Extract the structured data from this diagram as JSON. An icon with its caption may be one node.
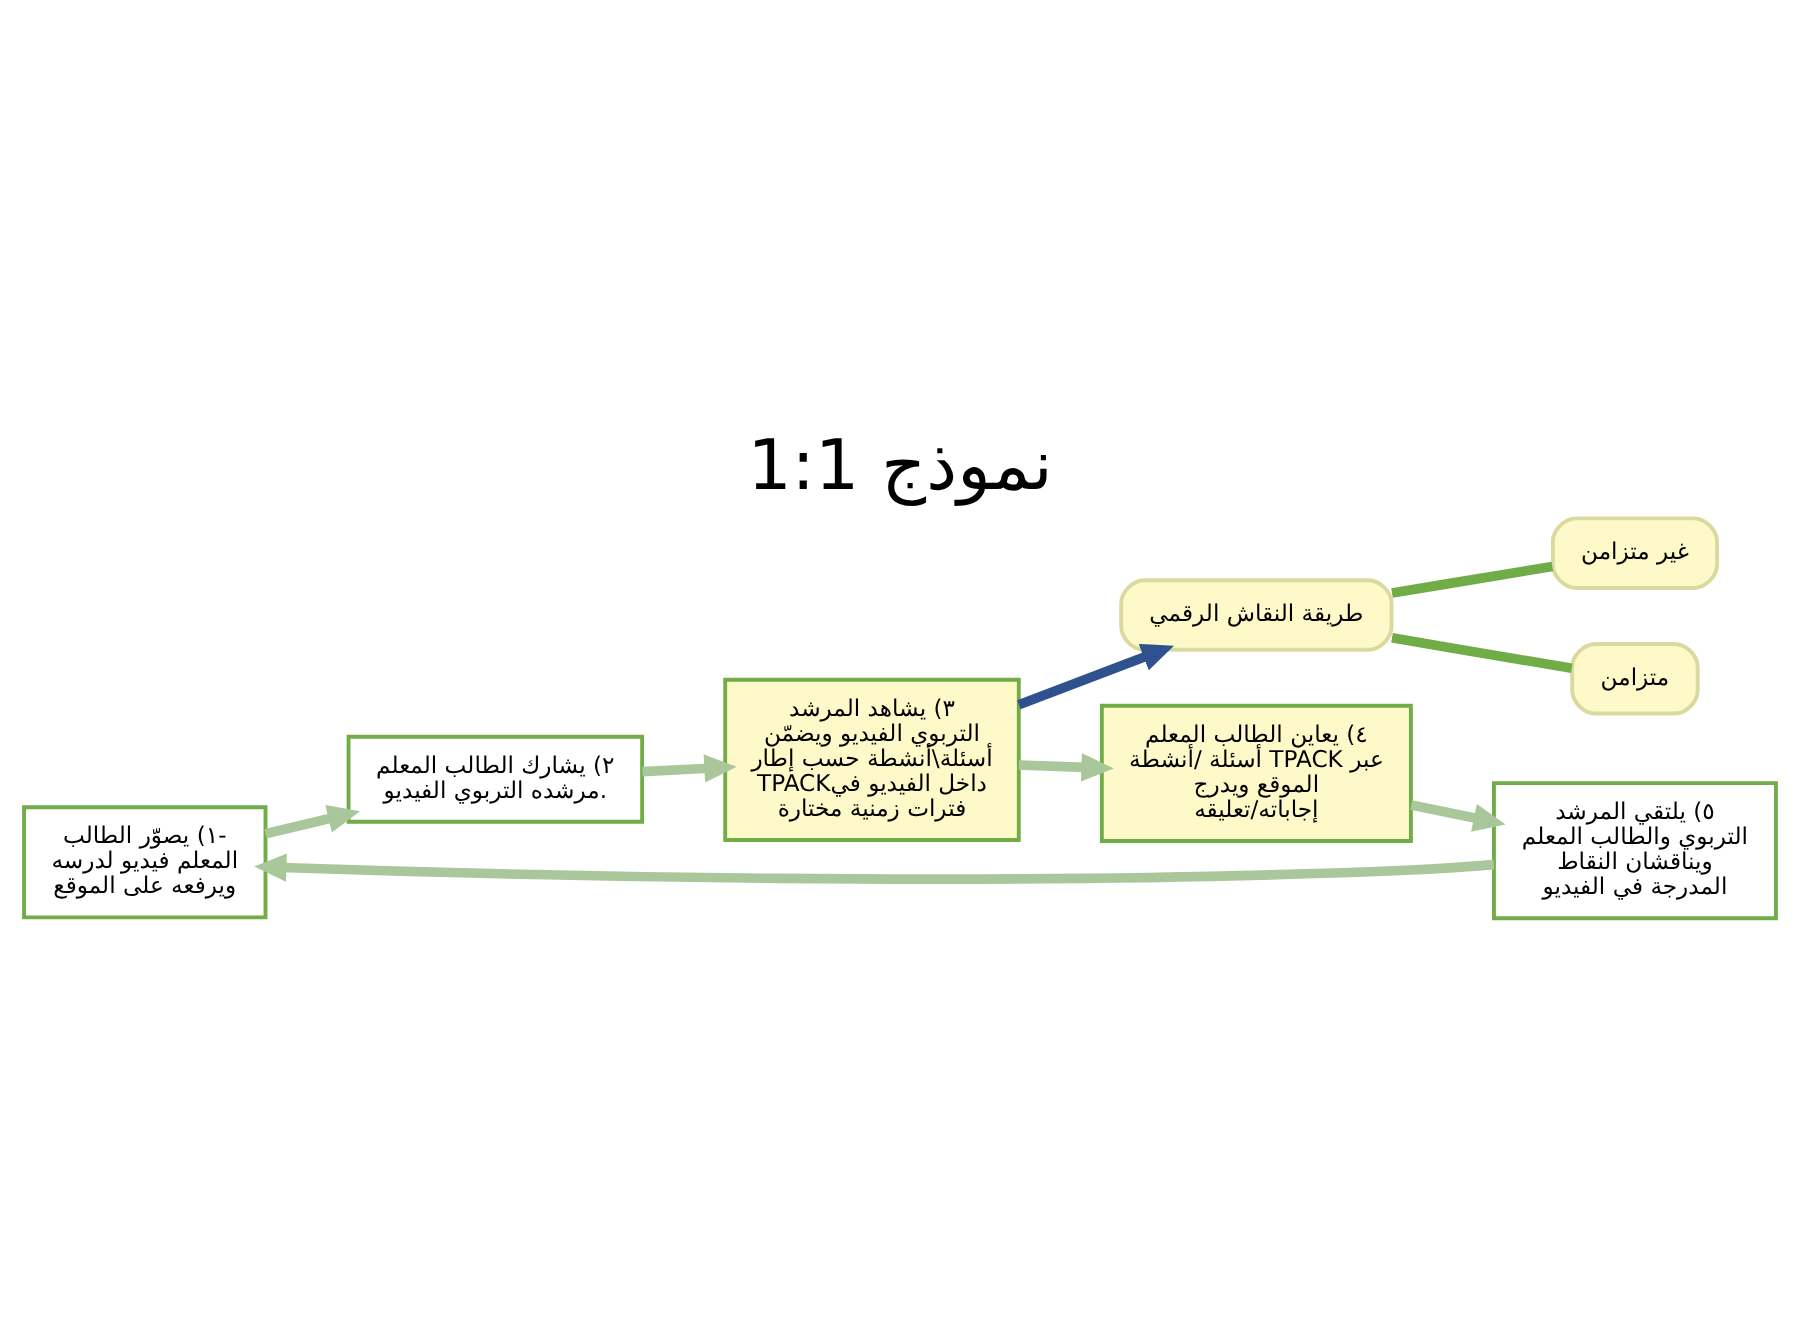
{
  "diagram": {
    "title": "نموذج 1:1",
    "nodes": [
      {
        "text": [
          "١) يصوّر الطالب- المعلم فيديو لدرسه ويرفعه على الموقع"
        ]
      },
      {
        "text": [
          "٢) يشارك الطالب المعلم مرشده التربوي الفيديو."
        ]
      },
      {
        "text": [
          "٣) يشاهد المرشد التربوي الفيديو ويضمّن أسئلة\\أنشطة حسب إطار TPACKداخل الفيديو في فترات زمنية مختارة"
        ]
      },
      {
        "text": [
          "٤) يعاين الطالب المعلم أسئلة /أنشطة TPACK عبر الموقع ويدرج إجاباته/تعليقه"
        ]
      },
      {
        "text": [
          "٥) يلتقي المرشد التربوي والطالب المعلم ويناقشان النقاط المدرجة في الفيديو"
        ]
      },
      {
        "text": [
          "طريقة النقاش الرقمي"
        ]
      },
      {
        "text": [
          "متزامن"
        ]
      },
      {
        "text": [
          "غير متزامن"
        ]
      }
    ],
    "edges": [
      {
        "from": 0,
        "to": 1,
        "arrow": "to"
      },
      {
        "from": 1,
        "to": 2,
        "arrow": "to"
      },
      {
        "from": 2,
        "to": 3,
        "arrow": "to"
      },
      {
        "from": 3,
        "to": 4,
        "arrow": "to"
      },
      {
        "from": 4,
        "to": 0,
        "arrow": "to"
      },
      {
        "from": 2,
        "to": 5,
        "arrow": "to",
        "color": "#2f528f"
      },
      {
        "from": 5,
        "to": 6,
        "arrow": "none",
        "color": "#70ad47"
      },
      {
        "from": 5,
        "to": 7,
        "arrow": "none",
        "color": "#70ad47"
      }
    ]
  }
}
